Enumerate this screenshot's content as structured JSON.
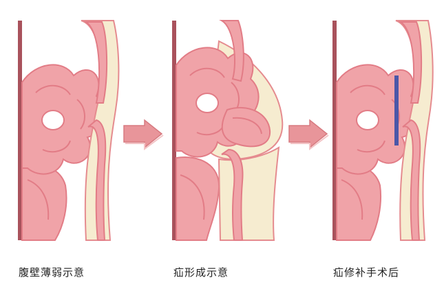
{
  "captions": {
    "weak_wall": "腹壁薄弱示意",
    "hernia_formation": "疝形成示意",
    "after_repair": "疝修补手术后"
  },
  "colors": {
    "wall": "#a9525c",
    "intestine_fill": "#f0a3a8",
    "intestine_shade": "#e27c86",
    "intestine_light": "#f9c9cb",
    "tube_outline": "#e58b8f",
    "fat_fill": "#f6ecd0",
    "arrow_fill": "#e8959a",
    "mesh": "#4b57a8"
  }
}
